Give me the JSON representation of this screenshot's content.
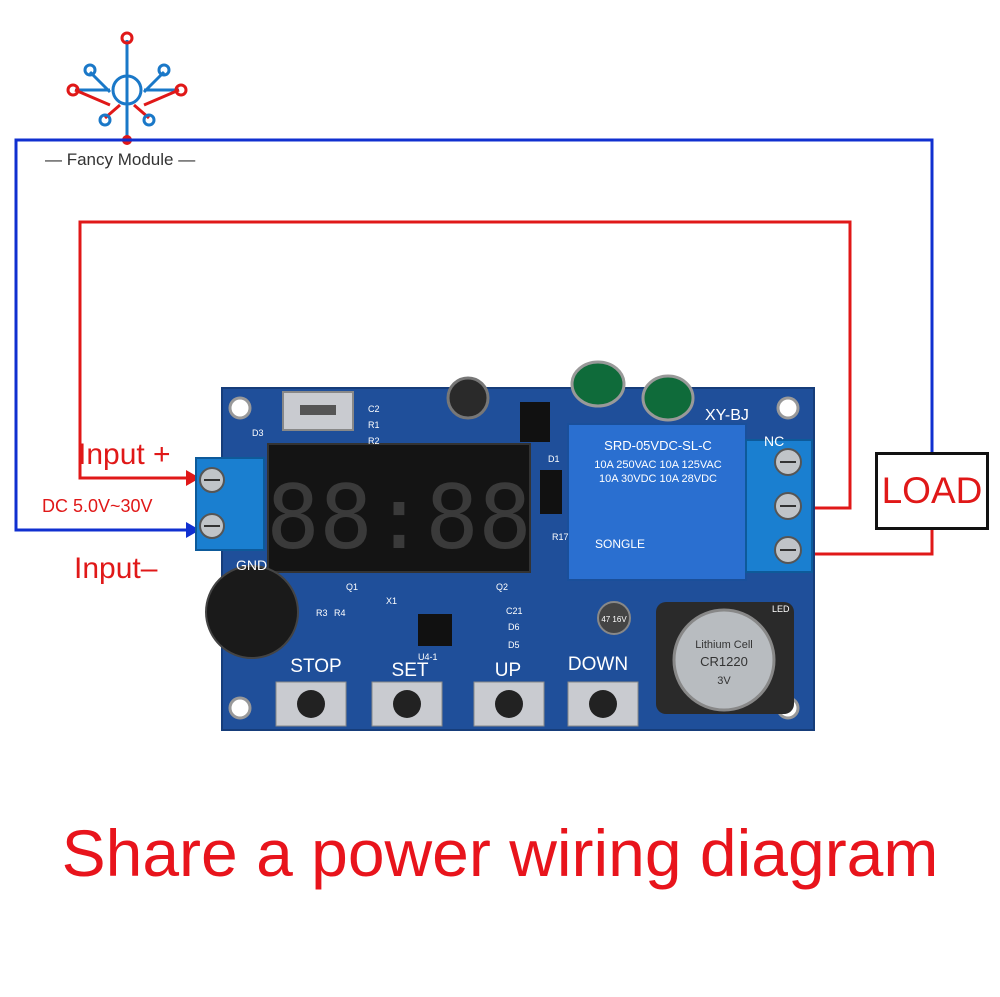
{
  "brand": {
    "name": "— Fancy Module —"
  },
  "wiring": {
    "input_plus": "Input +",
    "input_minus": "Input–",
    "voltage": "DC 5.0V~30V",
    "load": "LOAD",
    "wire_positive_color": "#e01818",
    "wire_negative_color": "#1030d0"
  },
  "board": {
    "model": "XY-BJ",
    "nc_label": "NC",
    "gnd_label": "GND",
    "led_label": "LED",
    "display_digits": "88:88",
    "relay": {
      "brand": "SONGLE",
      "model": "SRD-05VDC-SL-C",
      "rating_1": "10A 250VAC 10A 125VAC",
      "rating_2": "10A 30VDC 10A 28VDC"
    },
    "battery": {
      "line1": "Lithium Cell",
      "line2": "CR1220",
      "line3": "3V"
    },
    "capacitor": "47 16V",
    "buttons": [
      "STOP",
      "SET",
      "UP",
      "DOWN"
    ],
    "components": {
      "d3": "D3",
      "d1": "D1",
      "q1": "Q1",
      "q2": "Q2",
      "x1": "X1",
      "r3": "R3",
      "r4": "R4",
      "r17": "R17",
      "c21": "C21",
      "d6": "D6",
      "d5": "D5",
      "u41": "U4-1",
      "c2": "C2",
      "r1": "R1",
      "r2": "R2"
    },
    "pcb_color": "#1f4f9a"
  },
  "caption": "Share a power wiring diagram"
}
